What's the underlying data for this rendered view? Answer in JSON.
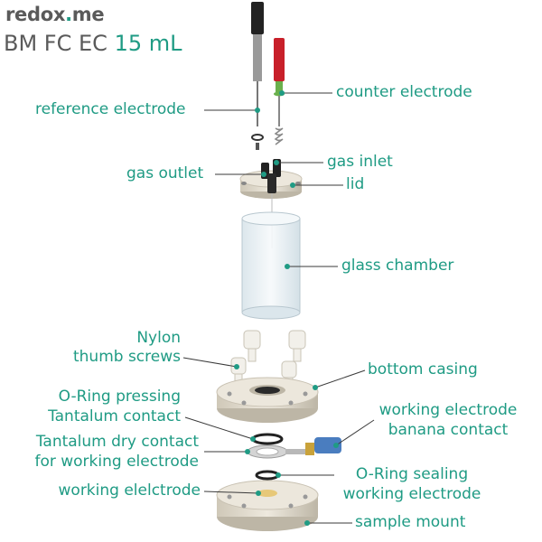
{
  "brand": {
    "prefix": "redox",
    "dot": ".",
    "suffix": "me"
  },
  "title": {
    "main": "BM FC EC",
    "volume": "15 mL"
  },
  "labels": {
    "counter_electrode": "counter electrode",
    "reference_electrode": "reference electrode",
    "gas_inlet": "gas inlet",
    "gas_outlet": "gas outlet",
    "lid": "lid",
    "glass_chamber": "glass chamber",
    "nylon_1": "Nylon",
    "nylon_2": "thumb screws",
    "bottom_casing": "bottom casing",
    "oring_press_1": "O-Ring pressing",
    "oring_press_2": "Tantalum contact",
    "we_banana_1": "working electrode",
    "we_banana_2": "banana contact",
    "ta_dry_1": "Tantalum dry contact",
    "ta_dry_2": "for working electrode",
    "oring_seal_1": "O-Ring sealing",
    "oring_seal_2": "working electrode",
    "working_electrode": "working elelctrode",
    "sample_mount": "sample mount"
  },
  "colors": {
    "accent": "#1f9b84",
    "text_gray": "#5a5a5a",
    "part": "#e2dccf",
    "part_dark": "#bdb6a6",
    "red": "#c8202a",
    "black": "#222222"
  }
}
